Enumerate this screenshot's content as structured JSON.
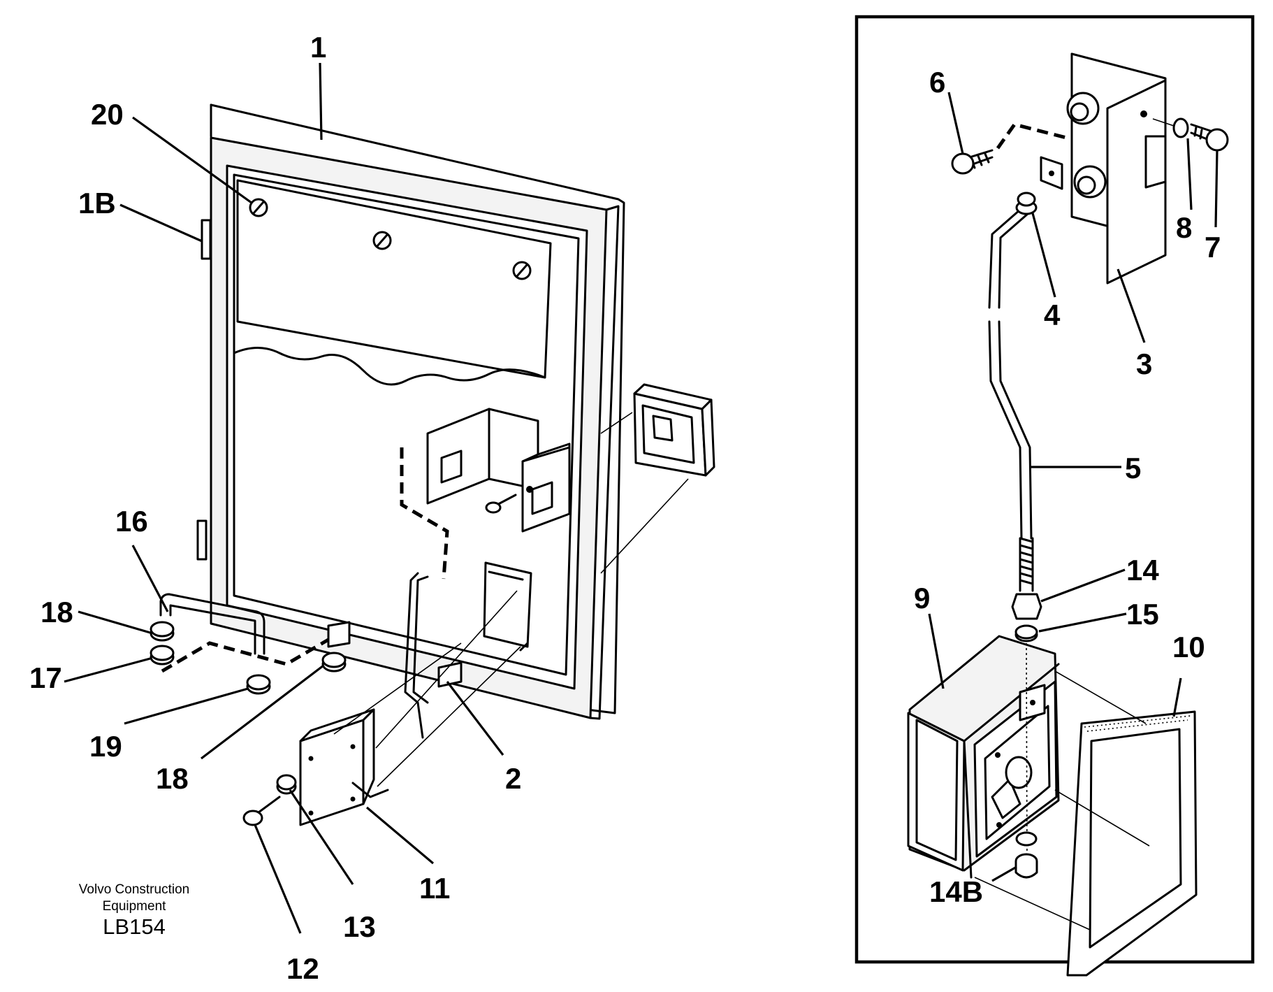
{
  "labels": {
    "l1": "1",
    "l20": "20",
    "l1B": "1B",
    "l16": "16",
    "l18a": "18",
    "l17": "17",
    "l19": "19",
    "l18b": "18",
    "l2": "2",
    "l11": "11",
    "l13": "13",
    "l12": "12",
    "l6": "6",
    "l8": "8",
    "l7": "7",
    "l4": "4",
    "l3": "3",
    "l5": "5",
    "l14": "14",
    "l15": "15",
    "l9": "9",
    "l10": "10",
    "l14B": "14B"
  },
  "credit": {
    "line1": "Volvo Construction",
    "line2": "Equipment",
    "code": "LB154"
  }
}
